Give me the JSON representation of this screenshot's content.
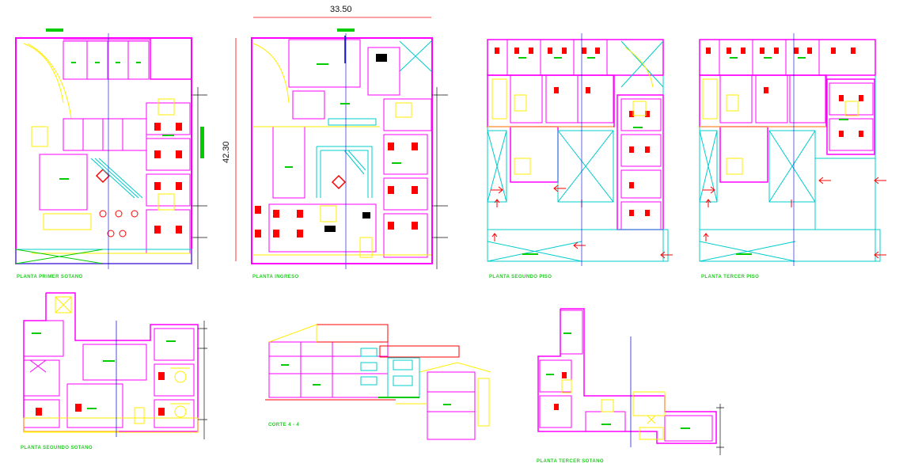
{
  "drawing": {
    "dimensions": {
      "width": "33.50",
      "height": "42.30"
    },
    "labels": {
      "plan1": "PLANTA PRIMER SOTANO",
      "plan2": "PLANTA INGRESO",
      "plan3": "PLANTA SEGUNDO PISO",
      "plan4": "PLANTA TERCER PISO",
      "plan5": "PLANTA SEGUNDO SOTANO",
      "section": "CORTE 4 - 4",
      "plan6": "PLANTA TERCER SOTANO"
    }
  },
  "colors": {
    "wall": "#ff00ff",
    "furniture": "#ffee00",
    "bed": "#ff0000",
    "text": "#00cc00",
    "aux": "#00cccc",
    "axis": "#0000cc",
    "dimension": "#ff0000",
    "background": "#ffffff"
  }
}
